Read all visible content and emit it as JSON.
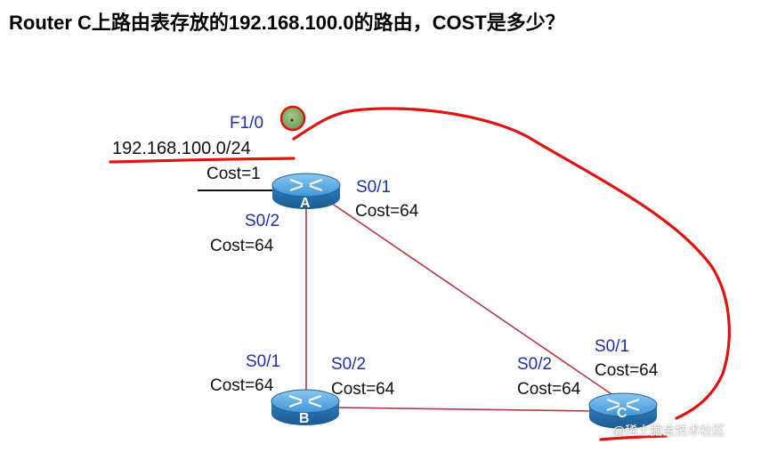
{
  "title": "Router C上路由表存放的192.168.100.0的路由，COST是多少？",
  "network": "192.168.100.0/24",
  "routers": [
    {
      "id": "A",
      "label": "A"
    },
    {
      "id": "B",
      "label": "B"
    },
    {
      "id": "C",
      "label": "C"
    }
  ],
  "labels": {
    "a_f10": "F1/0",
    "a_f10_cost": "Cost=1",
    "a_s01": "S0/1",
    "a_s01_cost": "Cost=64",
    "a_s02": "S0/2",
    "a_s02_cost": "Cost=64",
    "b_s01": "S0/1",
    "b_s01_cost": "Cost=64",
    "b_s02": "S0/2",
    "b_s02_cost": "Cost=64",
    "c_s02": "S0/2",
    "c_s02_cost": "Cost=64",
    "c_s01": "S0/1",
    "c_s01_cost": "Cost=64"
  },
  "watermark": "@稀土掘金技术社区",
  "colors": {
    "interface_label": "#1f2fa8",
    "link": "#b23a48",
    "router_fill": "#3a8ed0",
    "annotation": "#e0140f"
  }
}
